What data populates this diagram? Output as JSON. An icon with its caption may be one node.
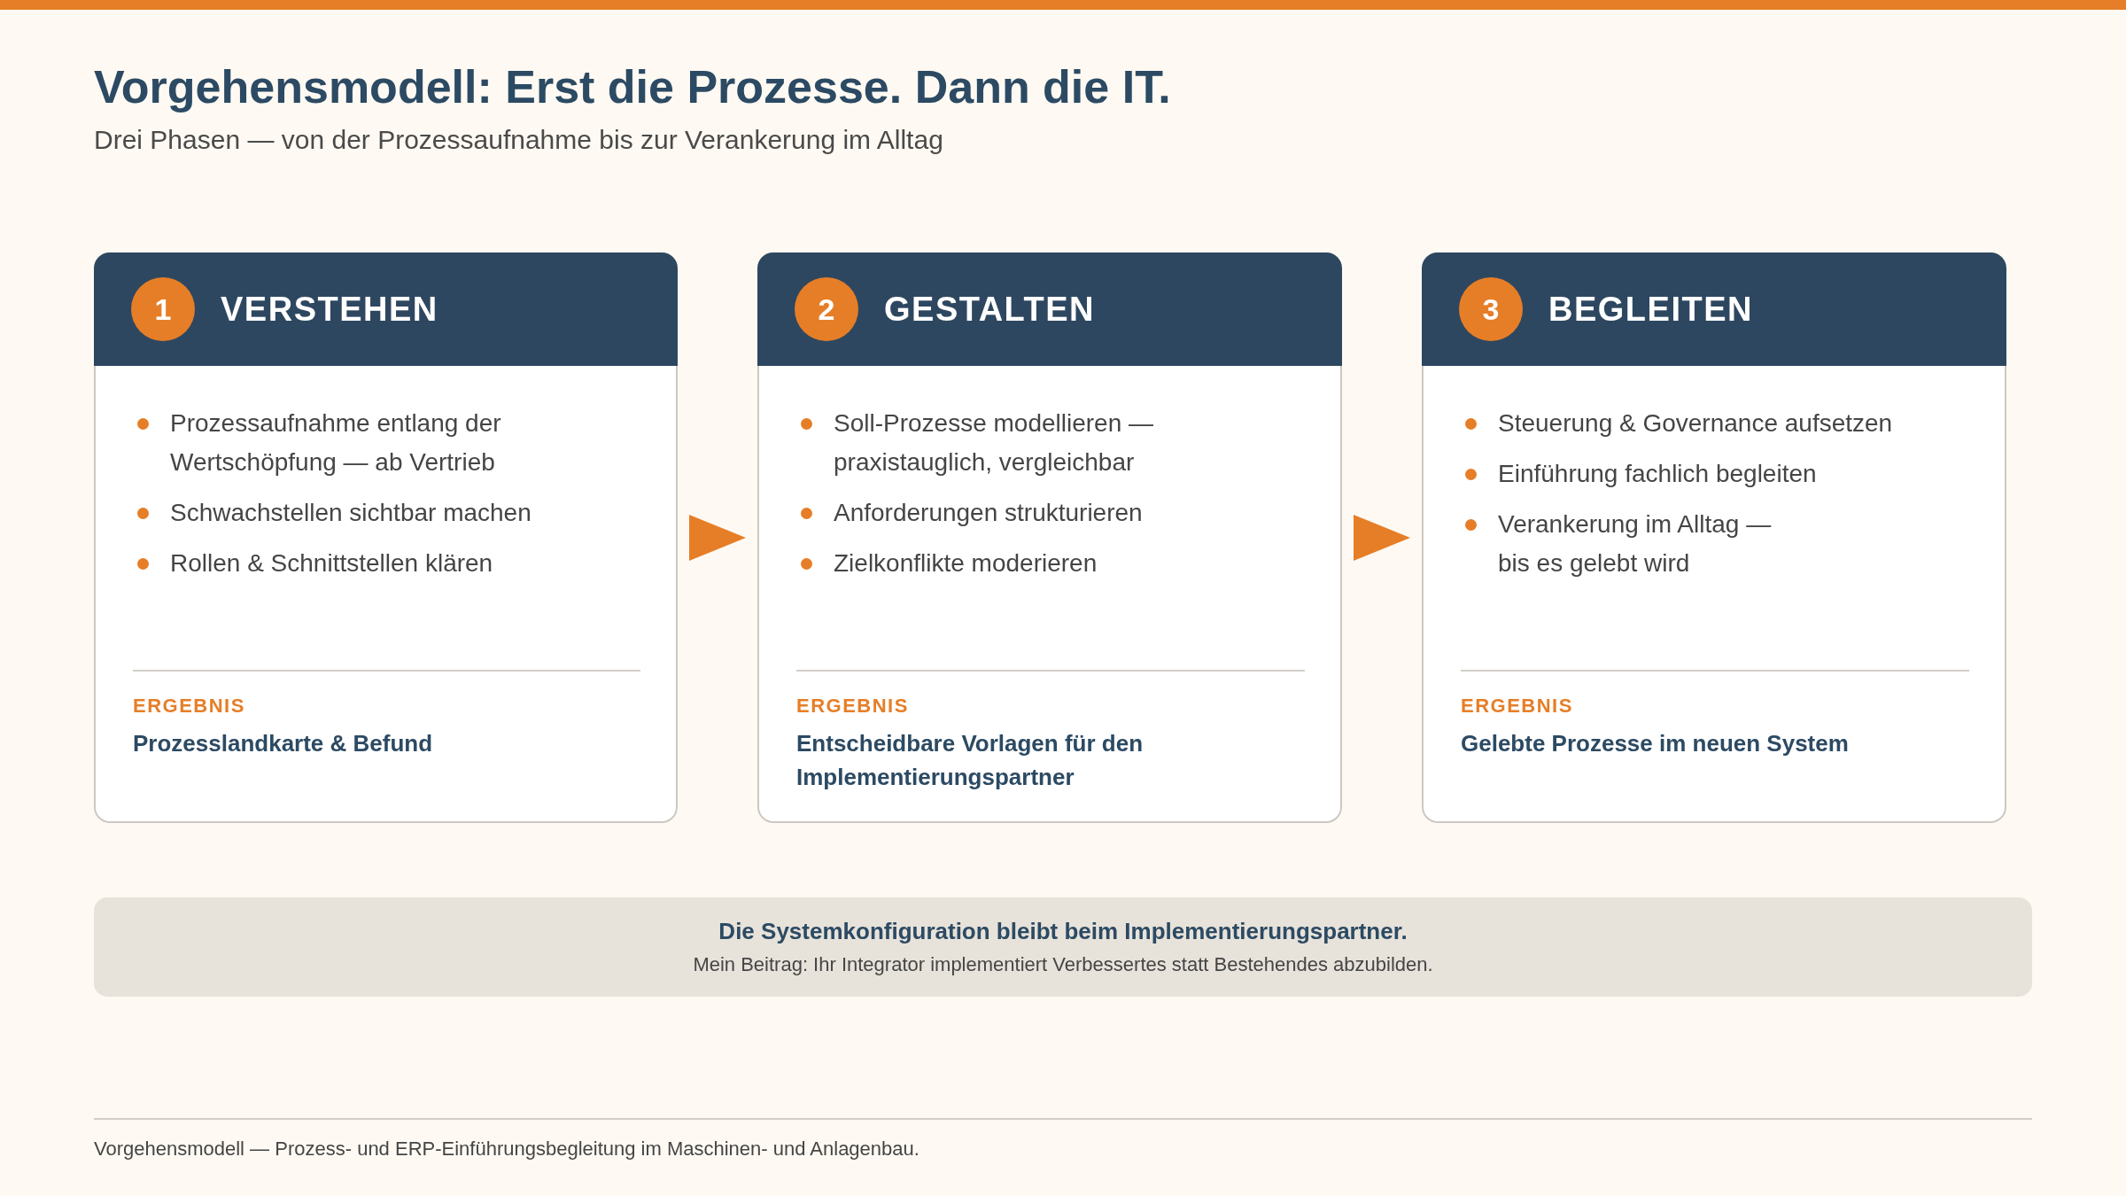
{
  "diagram": {
    "title": "Vorgehensmodell: Erst die Prozesse. Dann die IT.",
    "nodes": [
      {
        "text": [
          "VERSTEHEN",
          "Prozessaufnahme entlang der Wertschöpfung — ab Vertrieb",
          "Schwachstellen sichtbar machen",
          "Rollen & Schnittstellen klären",
          "ERGEBNIS",
          "Prozesslandkarte & Befund"
        ]
      },
      {
        "text": [
          "1"
        ],
        "in": 0
      },
      {
        "text": [
          "GESTALTEN",
          "Soll-Prozesse modellieren — praxistauglich, vergleichbar",
          "Anforderungen strukturieren",
          "Zielkonflikte moderieren",
          "ERGEBNIS",
          "Entscheidbare Vorlagen für den Implementierungspartner"
        ]
      },
      {
        "text": [
          "2"
        ],
        "in": 2
      },
      {
        "text": [
          "BEGLEITEN",
          "Steuerung & Governance aufsetzen",
          "Einführung fachlich begleiten",
          "Verankerung im Alltag — bis es gelebt wird",
          "ERGEBNIS",
          "Gelebte Prozesse im neuen System"
        ]
      },
      {
        "text": [
          "3"
        ],
        "in": 4
      },
      {
        "text": [
          "Die Systemkonfiguration bleibt beim Implementierungspartner.",
          "Mein Beitrag: Ihr Integrator implementiert Verbessertes statt Bestehendes abzubilden."
        ]
      }
    ],
    "edges": [
      {
        "from": 0,
        "to": 2,
        "arrow": "to"
      },
      {
        "from": 2,
        "to": 4,
        "arrow": "to"
      }
    ],
    "labels": [
      "Drei Phasen — von der Prozessaufnahme bis zur Verankerung im Alltag",
      "Vorgehensmodell — Prozess- und ERP-Einführungsbegleitung im Maschinen- und Anlagenbau."
    ]
  }
}
